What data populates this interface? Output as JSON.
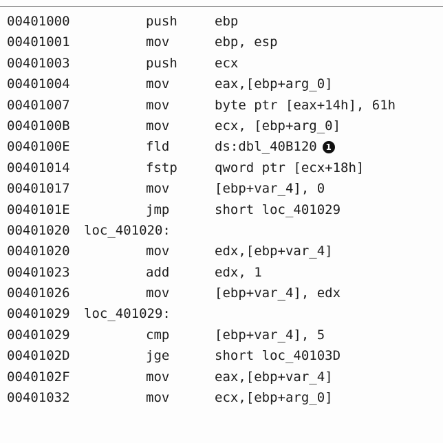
{
  "listing": {
    "lines": [
      {
        "address": "00401000",
        "label": "",
        "mnemonic": "push",
        "operands": "ebp",
        "callout": ""
      },
      {
        "address": "00401001",
        "label": "",
        "mnemonic": "mov",
        "operands": "ebp, esp",
        "callout": ""
      },
      {
        "address": "00401003",
        "label": "",
        "mnemonic": "push",
        "operands": "ecx",
        "callout": ""
      },
      {
        "address": "00401004",
        "label": "",
        "mnemonic": "mov",
        "operands": "eax,[ebp+arg_0]",
        "callout": ""
      },
      {
        "address": "00401007",
        "label": "",
        "mnemonic": "mov",
        "operands": "byte ptr [eax+14h], 61h",
        "callout": ""
      },
      {
        "address": "0040100B",
        "label": "",
        "mnemonic": "mov",
        "operands": "ecx, [ebp+arg_0]",
        "callout": ""
      },
      {
        "address": "0040100E",
        "label": "",
        "mnemonic": "fld",
        "operands": "ds:dbl_40B120",
        "callout": "1"
      },
      {
        "address": "00401014",
        "label": "",
        "mnemonic": "fstp",
        "operands": "qword ptr [ecx+18h]",
        "callout": ""
      },
      {
        "address": "00401017",
        "label": "",
        "mnemonic": "mov",
        "operands": "[ebp+var_4], 0",
        "callout": ""
      },
      {
        "address": "0040101E",
        "label": "",
        "mnemonic": "jmp",
        "operands": "short loc_401029",
        "callout": ""
      },
      {
        "address": "00401020",
        "label": "loc_401020:",
        "mnemonic": "",
        "operands": "",
        "callout": ""
      },
      {
        "address": "00401020",
        "label": "",
        "mnemonic": "mov",
        "operands": "edx,[ebp+var_4]",
        "callout": ""
      },
      {
        "address": "00401023",
        "label": "",
        "mnemonic": "add",
        "operands": "edx, 1",
        "callout": ""
      },
      {
        "address": "00401026",
        "label": "",
        "mnemonic": "mov",
        "operands": "[ebp+var_4], edx",
        "callout": ""
      },
      {
        "address": "00401029",
        "label": "loc_401029:",
        "mnemonic": "",
        "operands": "",
        "callout": ""
      },
      {
        "address": "00401029",
        "label": "",
        "mnemonic": "cmp",
        "operands": "[ebp+var_4], 5",
        "callout": ""
      },
      {
        "address": "0040102D",
        "label": "",
        "mnemonic": "jge",
        "operands": "short loc_40103D",
        "callout": ""
      },
      {
        "address": "0040102F",
        "label": "",
        "mnemonic": "mov",
        "operands": "eax,[ebp+var_4]",
        "callout": ""
      },
      {
        "address": "00401032",
        "label": "",
        "mnemonic": "mov",
        "operands": "ecx,[ebp+arg_0]",
        "callout": ""
      }
    ]
  }
}
